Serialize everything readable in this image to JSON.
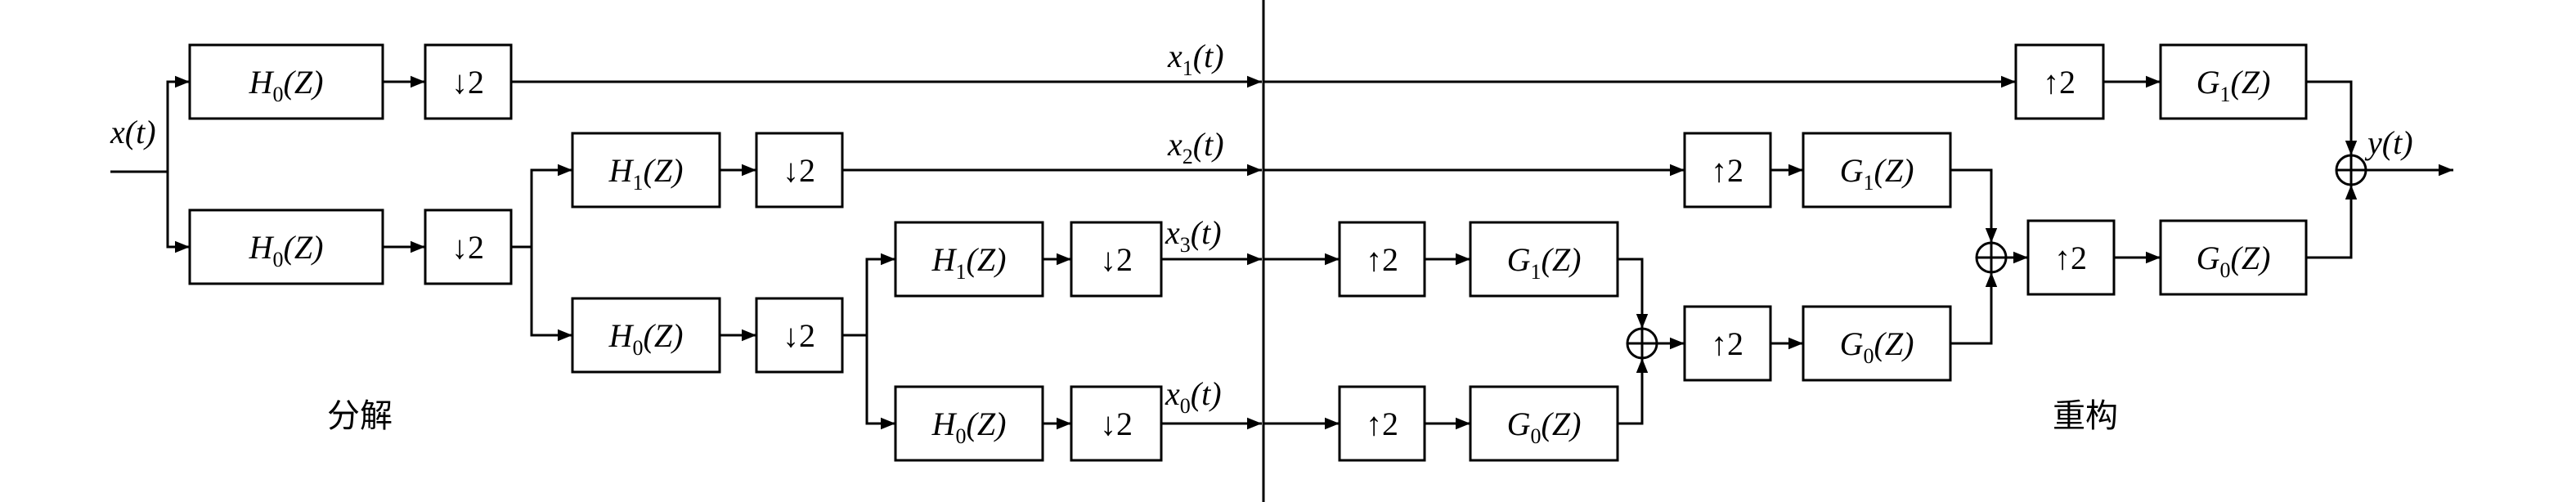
{
  "labels": {
    "input": "x(t)",
    "output": "y(t)",
    "decomposition": "分解",
    "reconstruction": "重构"
  },
  "signals": [
    {
      "var": "x",
      "sub": "1",
      "arg": "(t)"
    },
    {
      "var": "x",
      "sub": "2",
      "arg": "(t)"
    },
    {
      "var": "x",
      "sub": "3",
      "arg": "(t)"
    },
    {
      "var": "x",
      "sub": "0",
      "arg": "(t)"
    }
  ],
  "analysis_filters": [
    {
      "var": "H",
      "sub": "0",
      "arg": "(Z)"
    },
    {
      "var": "H",
      "sub": "0",
      "arg": "(Z)"
    },
    {
      "var": "H",
      "sub": "1",
      "arg": "(Z)"
    },
    {
      "var": "H",
      "sub": "0",
      "arg": "(Z)"
    },
    {
      "var": "H",
      "sub": "1",
      "arg": "(Z)"
    },
    {
      "var": "H",
      "sub": "0",
      "arg": "(Z)"
    }
  ],
  "synthesis_filters": [
    {
      "var": "G",
      "sub": "1",
      "arg": "(Z)"
    },
    {
      "var": "G",
      "sub": "1",
      "arg": "(Z)"
    },
    {
      "var": "G",
      "sub": "0",
      "arg": "(Z)"
    },
    {
      "var": "G",
      "sub": "1",
      "arg": "(Z)"
    },
    {
      "var": "G",
      "sub": "0",
      "arg": "(Z)"
    },
    {
      "var": "G",
      "sub": "0",
      "arg": "(Z)"
    }
  ],
  "downsampler": {
    "arrow": "↓",
    "factor": "2"
  },
  "upsampler": {
    "arrow": "↑",
    "factor": "2"
  },
  "summer_symbol": "⊕"
}
